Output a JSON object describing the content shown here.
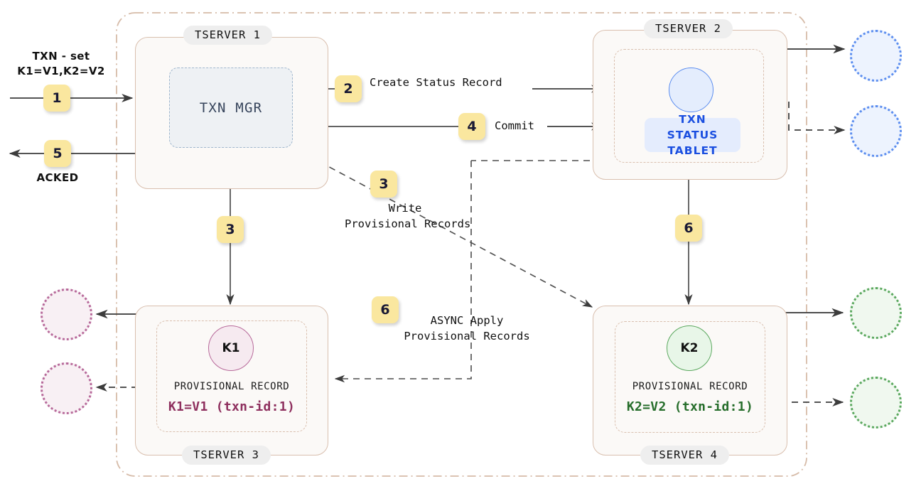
{
  "diagram": {
    "title": "Distributed transaction flow across tablet servers",
    "colors": {
      "badge_fill": "#fae79f",
      "badge_text": "#191934",
      "tserver_fill": "#fbf9f7",
      "tserver_border": "#d9bfae",
      "txnmgr_fill": "#eef1f4",
      "txnmgr_border": "#9fb6cd",
      "blue": "#1b4fe0",
      "pink": "#8e2f5e",
      "green": "#256d2a",
      "line": "#4d4d4d"
    }
  },
  "request": {
    "caption_line1": "TXN - set",
    "caption_line2": "K1=V1,K2=V2",
    "ack_label": "ACKED"
  },
  "steps": [
    {
      "id": "1",
      "number": "1",
      "label": ""
    },
    {
      "id": "2",
      "number": "2",
      "label": "Create Status Record"
    },
    {
      "id": "3-diag",
      "number": "3",
      "label_line1": "Write",
      "label_line2": "Provisional Records"
    },
    {
      "id": "3-down",
      "number": "3",
      "label": ""
    },
    {
      "id": "4",
      "number": "4",
      "label": "Commit"
    },
    {
      "id": "5",
      "number": "5",
      "label": "ACKED"
    },
    {
      "id": "6-async",
      "number": "6",
      "label_line1": "ASYNC Apply",
      "label_line2": "Provisional Records"
    },
    {
      "id": "6-down",
      "number": "6",
      "label": ""
    }
  ],
  "tservers": [
    {
      "id": "tserver1",
      "label": "TSERVER 1",
      "component": {
        "name": "TXN MGR"
      }
    },
    {
      "id": "tserver2",
      "label": "TSERVER 2",
      "tablet": {
        "name_line1": "TXN STATUS",
        "name_line2": "TABLET"
      }
    },
    {
      "id": "tserver3",
      "label": "TSERVER 3",
      "key": "K1",
      "record_title": "PROVISIONAL RECORD",
      "record_value": "K1=V1 (txn-id:1)"
    },
    {
      "id": "tserver4",
      "label": "TSERVER 4",
      "key": "K2",
      "record_title": "PROVISIONAL RECORD",
      "record_value": "K2=V2 (txn-id:1)"
    }
  ],
  "replicas": [
    {
      "id": "blue-replica-1",
      "color": "blue"
    },
    {
      "id": "blue-replica-2",
      "color": "blue"
    },
    {
      "id": "pink-replica-1",
      "color": "pink"
    },
    {
      "id": "pink-replica-2",
      "color": "pink"
    },
    {
      "id": "green-replica-1",
      "color": "green"
    },
    {
      "id": "green-replica-2",
      "color": "green"
    }
  ]
}
